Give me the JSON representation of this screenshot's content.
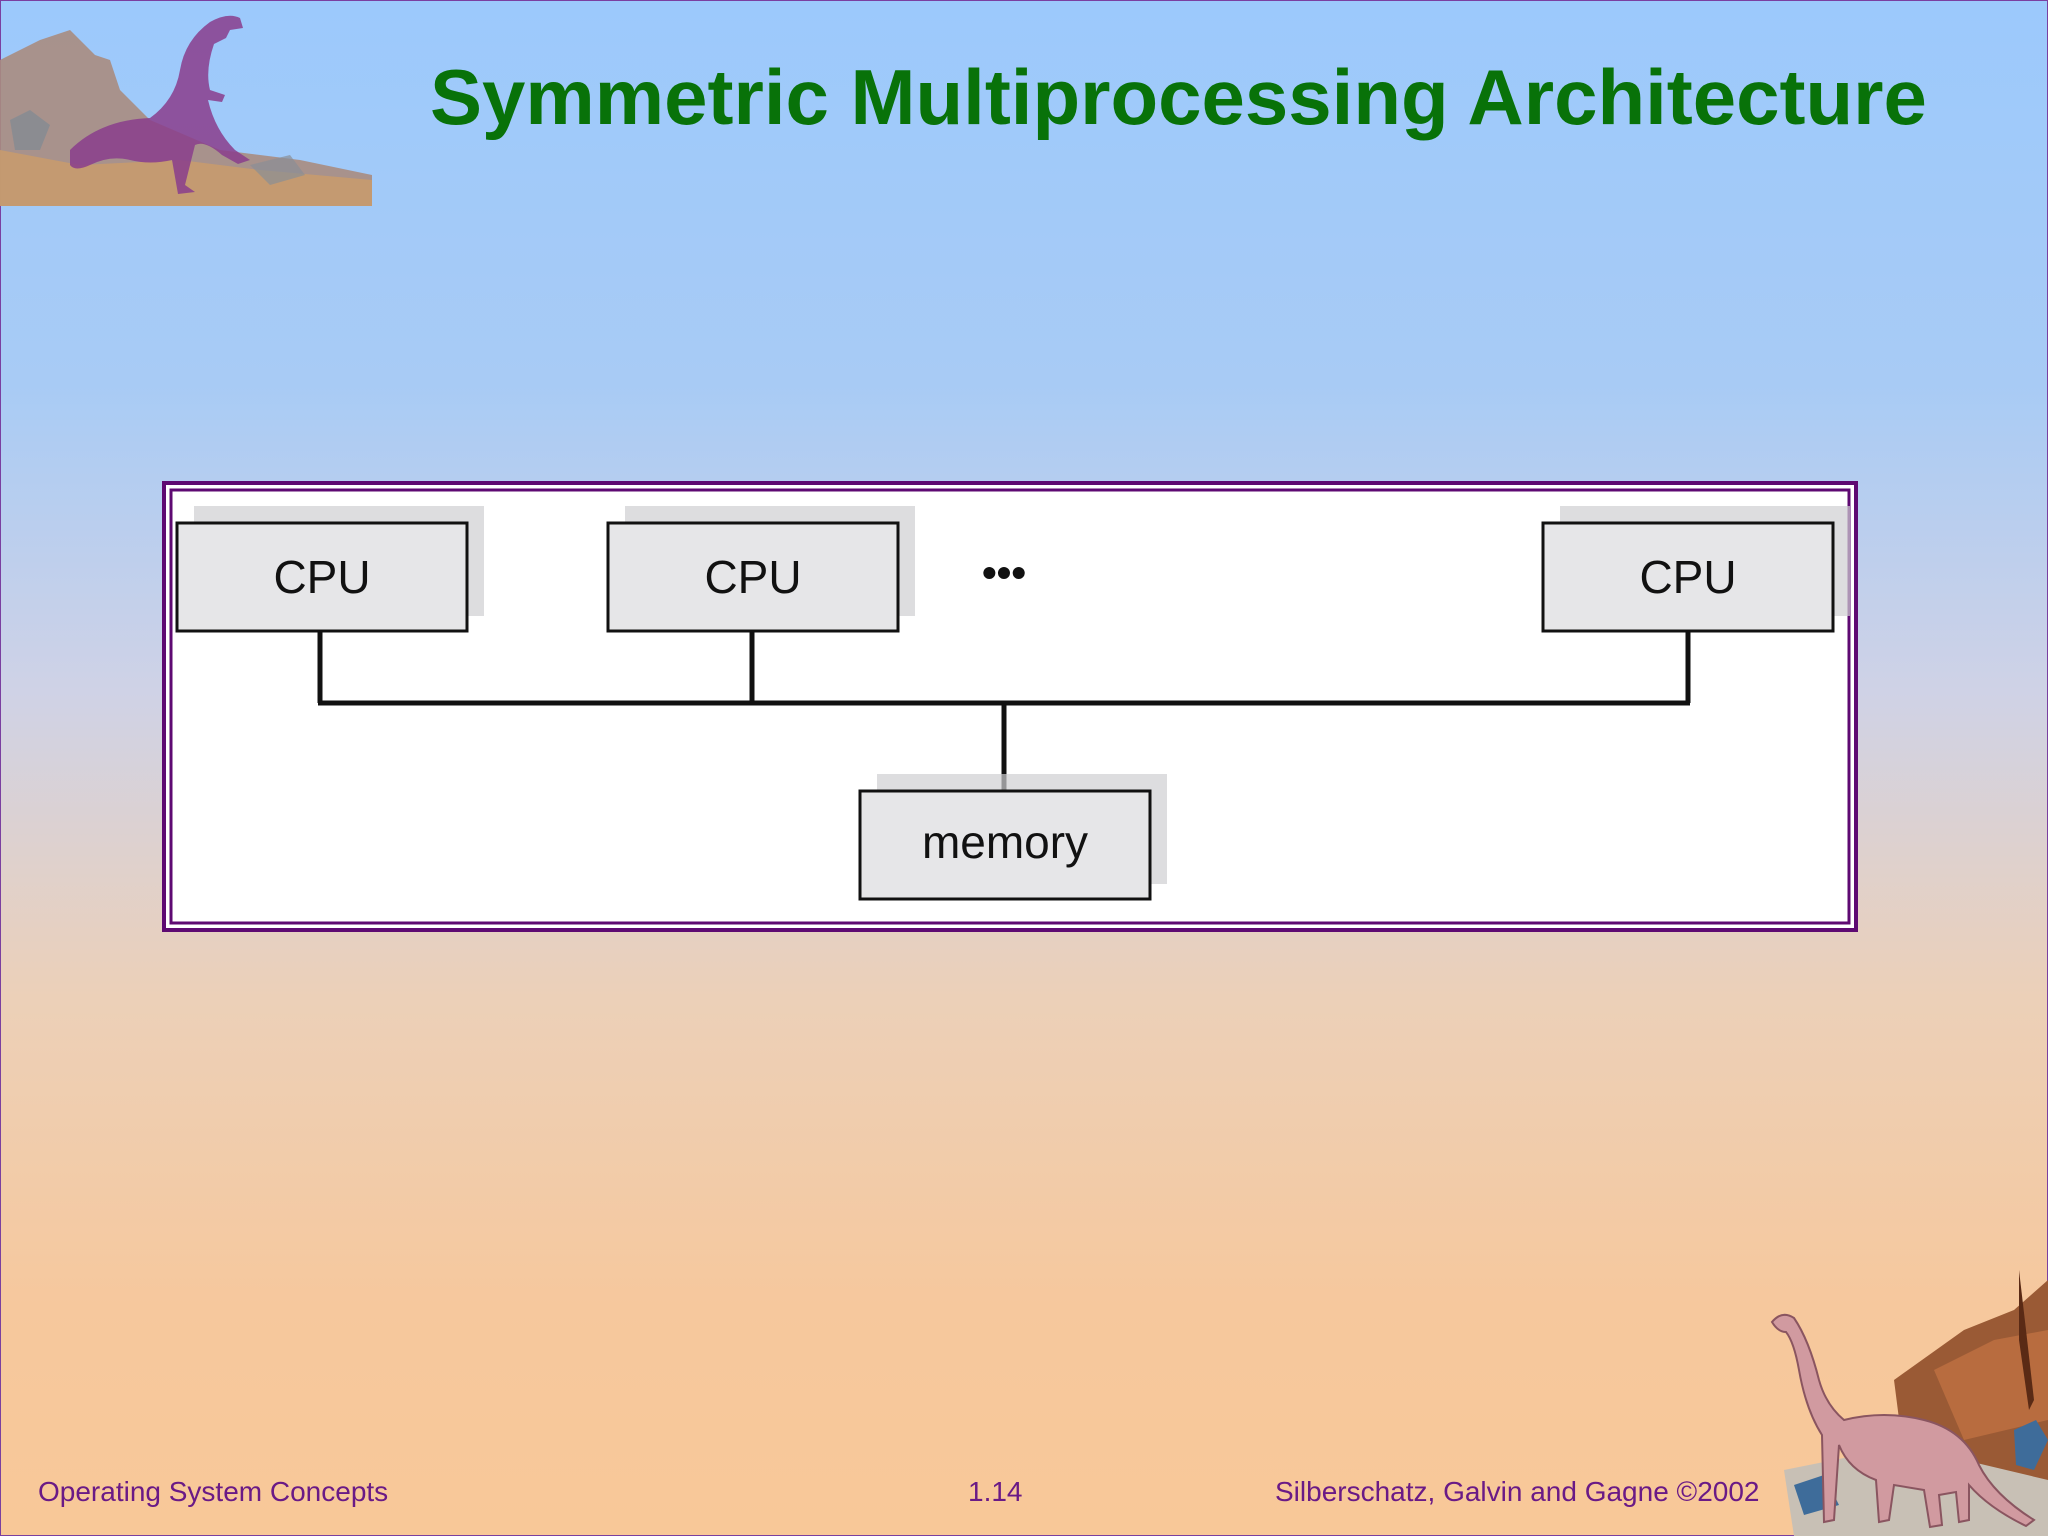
{
  "slide": {
    "title": "Symmetric Multiprocessing Architecture"
  },
  "diagram": {
    "cpus": [
      {
        "label": "CPU"
      },
      {
        "label": "CPU"
      },
      {
        "label": "CPU"
      }
    ],
    "ellipsis": "•••",
    "memory": {
      "label": "memory"
    }
  },
  "footer": {
    "left": "Operating System Concepts",
    "page": "1.14",
    "right": "Silberschatz, Galvin and  Gagne ©2002"
  },
  "colors": {
    "title": "#087209",
    "footer": "#6a1a86",
    "diagram_border": "#5e0a72",
    "box_fill": "#e6e6e8"
  },
  "icons": {
    "top_left": "dinosaur-tyrannosaurus-icon",
    "bottom_right": "dinosaur-brontosaurus-icon"
  }
}
